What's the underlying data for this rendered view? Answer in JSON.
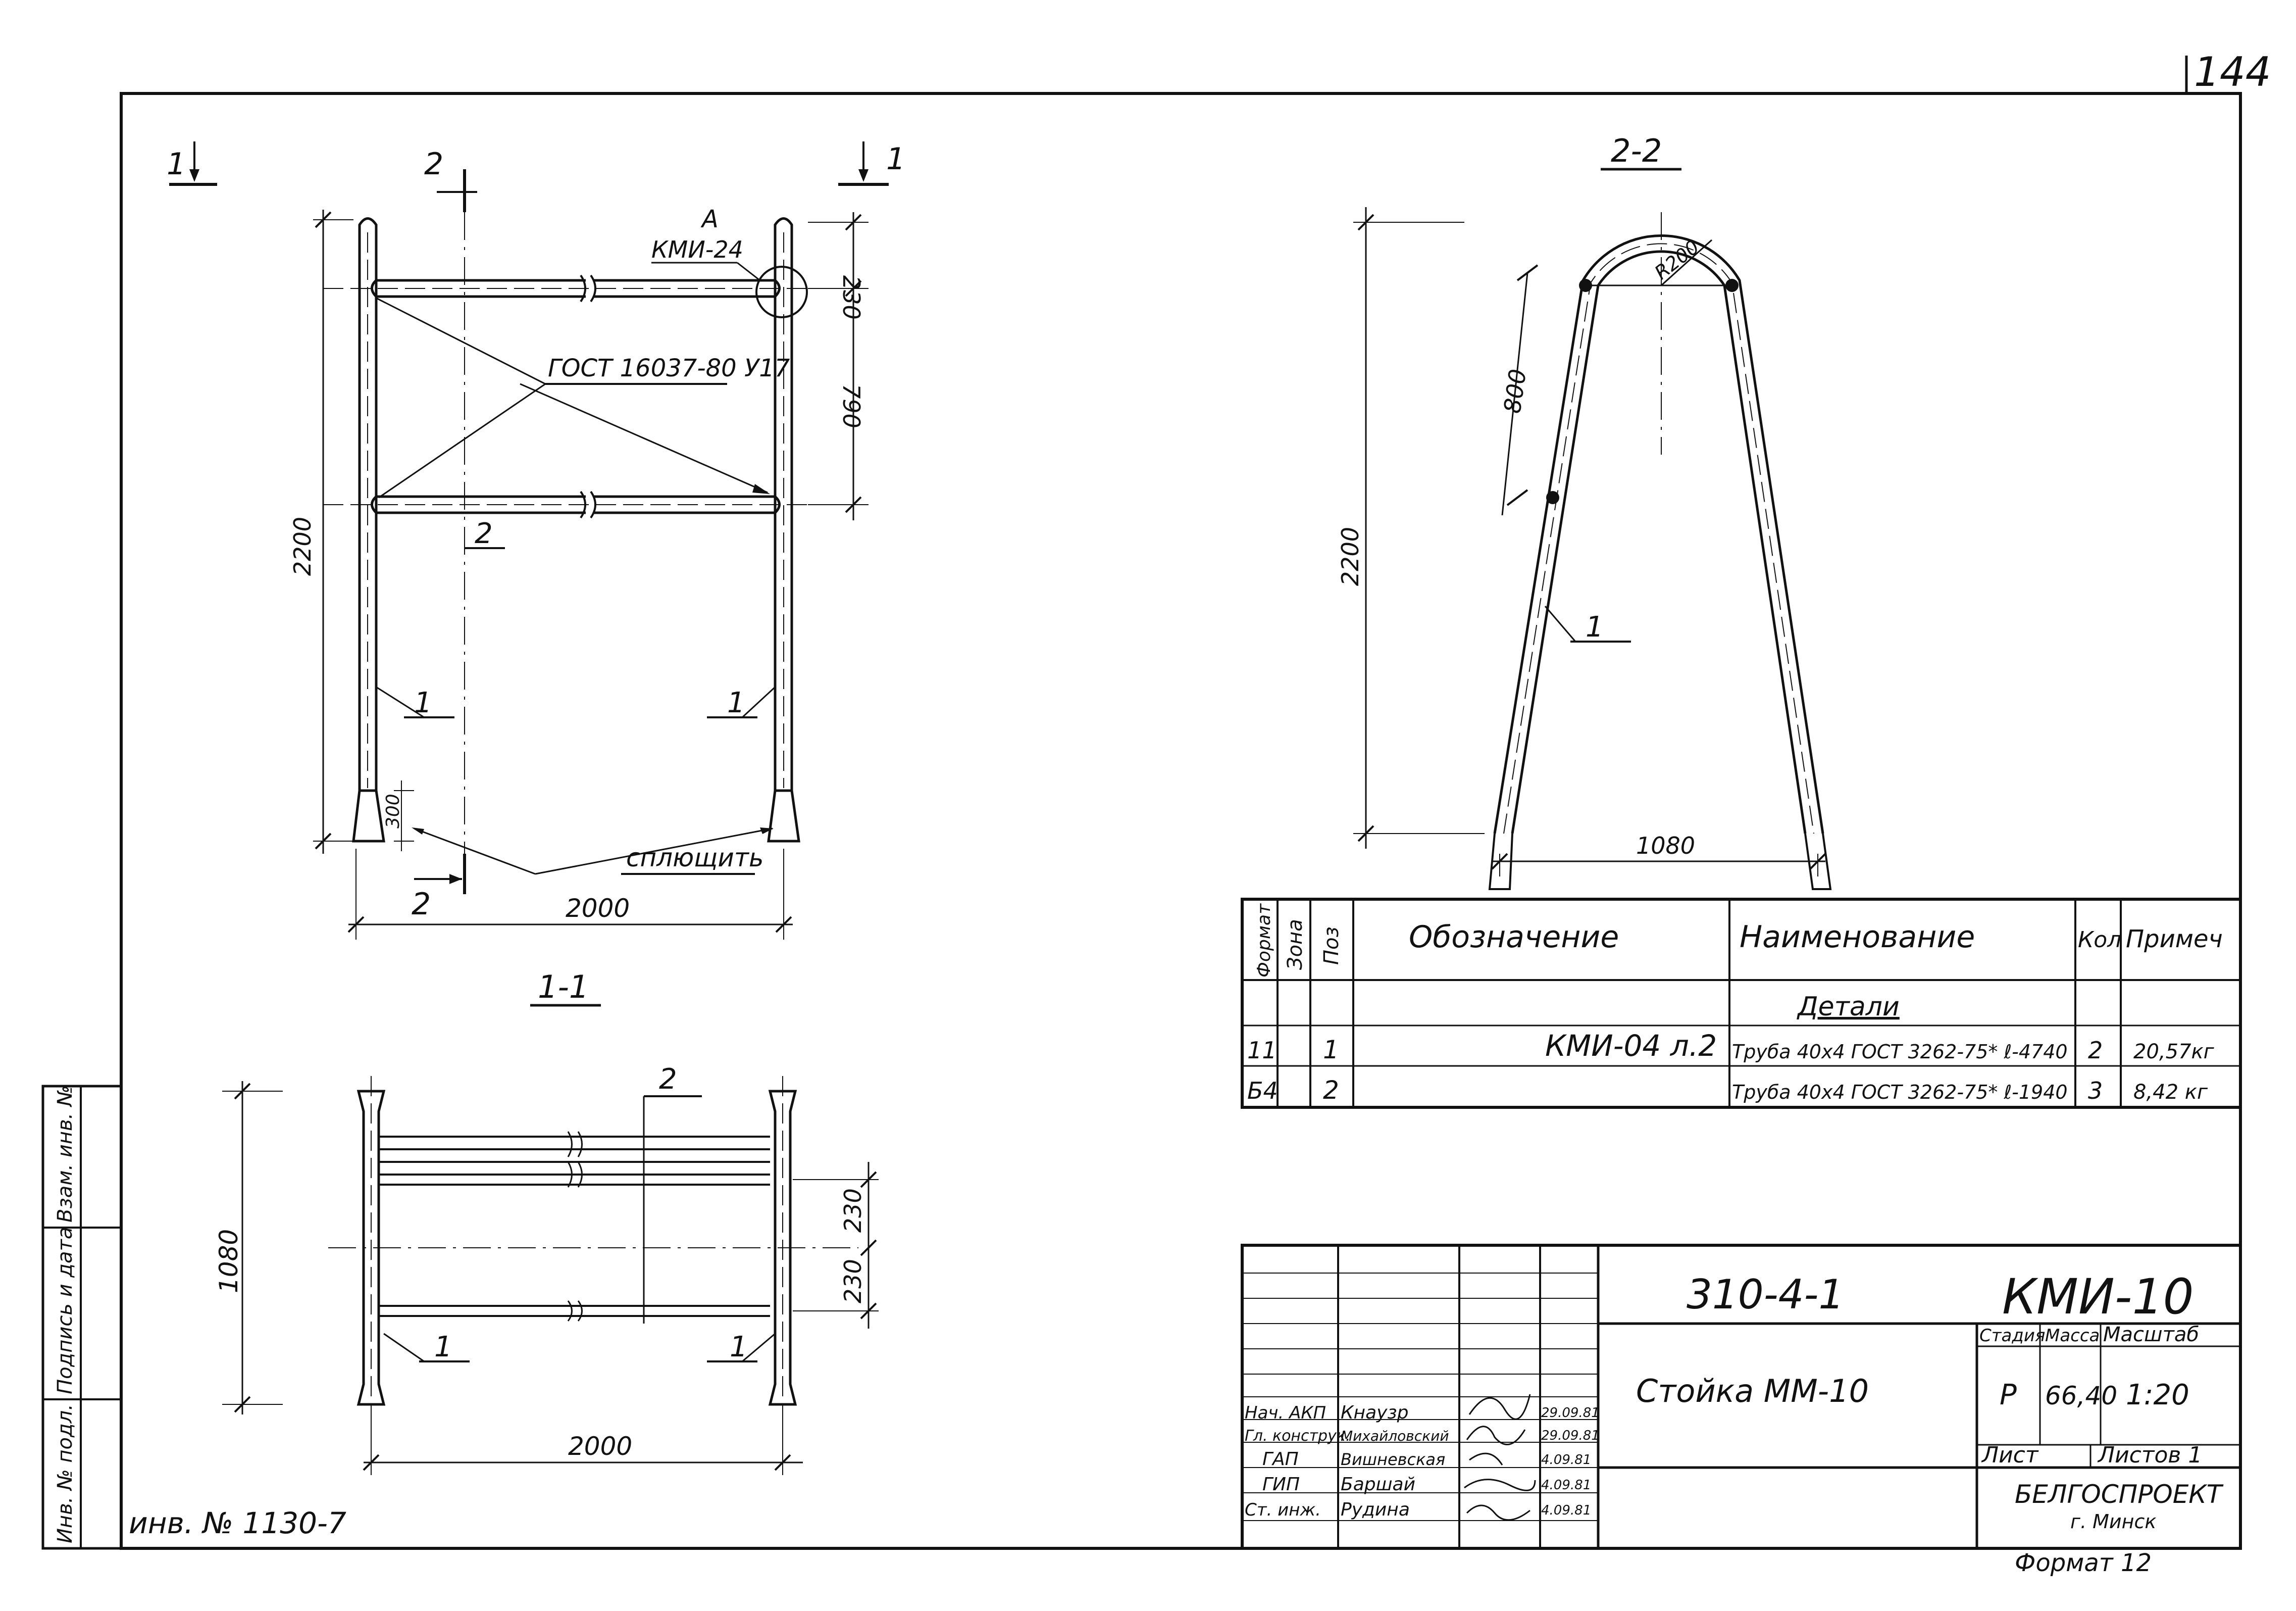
{
  "page": {
    "sheet_number": "144",
    "inventory_label": "инв. № 1130-7",
    "format_label": "Формат 12"
  },
  "left_margin_stamp": {
    "cells": [
      "Инв. № подл.",
      "Подпись и дата",
      "Взам. инв. №"
    ]
  },
  "view_front": {
    "section_mark_1": "1",
    "section_mark_2": "2",
    "node_label": "А",
    "node_ref": "КМИ-24",
    "weld_note": "ГОСТ 16037-80 У17",
    "flatten_note": "сплющить",
    "dim_230": "230",
    "dim_790": "790",
    "dim_2200": "2200",
    "dim_300": "300",
    "dim_2000": "2000",
    "pos_1": "1",
    "pos_2": "2"
  },
  "view_1_1": {
    "title": "1-1",
    "dim_1080": "1080",
    "dim_230a": "230",
    "dim_230b": "230",
    "dim_2000": "2000",
    "pos_1": "1",
    "pos_2": "2"
  },
  "view_2_2": {
    "title": "2-2",
    "radius": "R200",
    "dim_800": "800",
    "dim_2200": "2200",
    "dim_1080": "1080",
    "pos_1": "1"
  },
  "spec_table": {
    "headers": {
      "format": "Формат",
      "zone": "Зона",
      "pos": "Поз",
      "designation": "Обозначение",
      "name": "Наименование",
      "qty": "Кол",
      "note": "Примеч"
    },
    "section_title": "Детали",
    "rows": [
      {
        "format": "11",
        "zone": "",
        "pos": "1",
        "designation": "КМИ-04 л.2",
        "name": "Труба 40х4 ГОСТ 3262-75* ℓ-4740",
        "qty": "2",
        "note": "20,57кг"
      },
      {
        "format": "Б4",
        "zone": "",
        "pos": "2",
        "designation": "",
        "name": "Труба 40х4 ГОСТ 3262-75* ℓ-1940",
        "qty": "3",
        "note": "8,42 кг"
      }
    ]
  },
  "title_block": {
    "doc_code": "310-4-1",
    "drawing_code": "КМИ-10",
    "title": "Стойка ММ-10",
    "stage_label": "Стадия",
    "mass_label": "Масса",
    "scale_label": "Масштаб",
    "stage": "Р",
    "mass": "66,40",
    "scale": "1:20",
    "sheet_label": "Лист",
    "sheets_label": "Листов 1",
    "org": "БЕЛГОСПРОЕКТ",
    "city": "г. Минск",
    "signatures": [
      {
        "role": "Нач. АКП",
        "name": "Кнаузр",
        "date": "29.09.81"
      },
      {
        "role": "Гл. конструк.",
        "name": "Михайловский",
        "date": "29.09.81"
      },
      {
        "role": "ГАП",
        "name": "Вишневская",
        "date": "4.09.81"
      },
      {
        "role": "ГИП",
        "name": "Баршай",
        "date": "4.09.81"
      },
      {
        "role": "Ст. инж.",
        "name": "Рудина",
        "date": "4.09.81"
      }
    ]
  }
}
